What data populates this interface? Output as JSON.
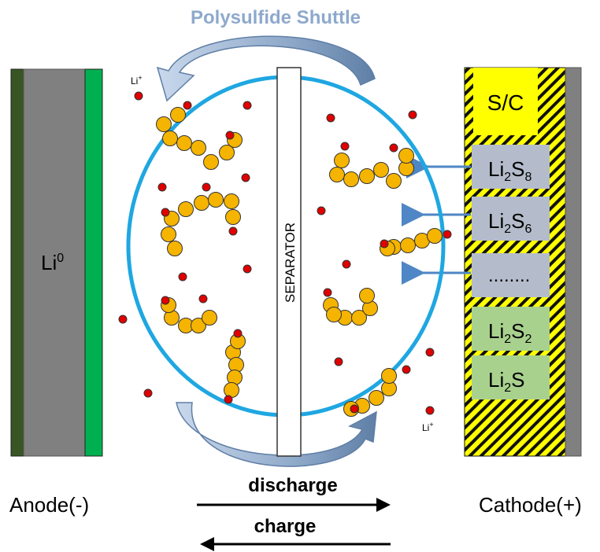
{
  "title": "Polysulfide Shuttle",
  "anode": {
    "label": "Li",
    "superscript": "0",
    "caption": "Anode(-)"
  },
  "cathode": {
    "caption": "Cathode(+)",
    "sc_label": "S/C"
  },
  "separator_label": "SEPARATOR",
  "ion_label": "Li",
  "ion_charge": "+",
  "species": [
    {
      "base": "Li",
      "sub": "2",
      "tail": "S",
      "tail_sub": "8"
    },
    {
      "base": "Li",
      "sub": "2",
      "tail": "S",
      "tail_sub": "6"
    },
    {
      "text": "........"
    },
    {
      "base": "Li",
      "sub": "2",
      "tail": "S",
      "tail_sub": "2"
    },
    {
      "base": "Li",
      "sub": "2",
      "tail": "S",
      "tail_sub": ""
    }
  ],
  "discharge_label": "discharge",
  "charge_label": "charge",
  "colors": {
    "anode_dark": "#375623",
    "anode_gray": "#808080",
    "anode_green": "#00b050",
    "ellipse": "#1fa7e1",
    "sulfur": "#f5b400",
    "lithium": "#e00000",
    "sc_yellow": "#ffff00",
    "species_blue": "#b4bccb",
    "species_green": "#a9d18e",
    "arrow_blue": "#4f86c6"
  }
}
